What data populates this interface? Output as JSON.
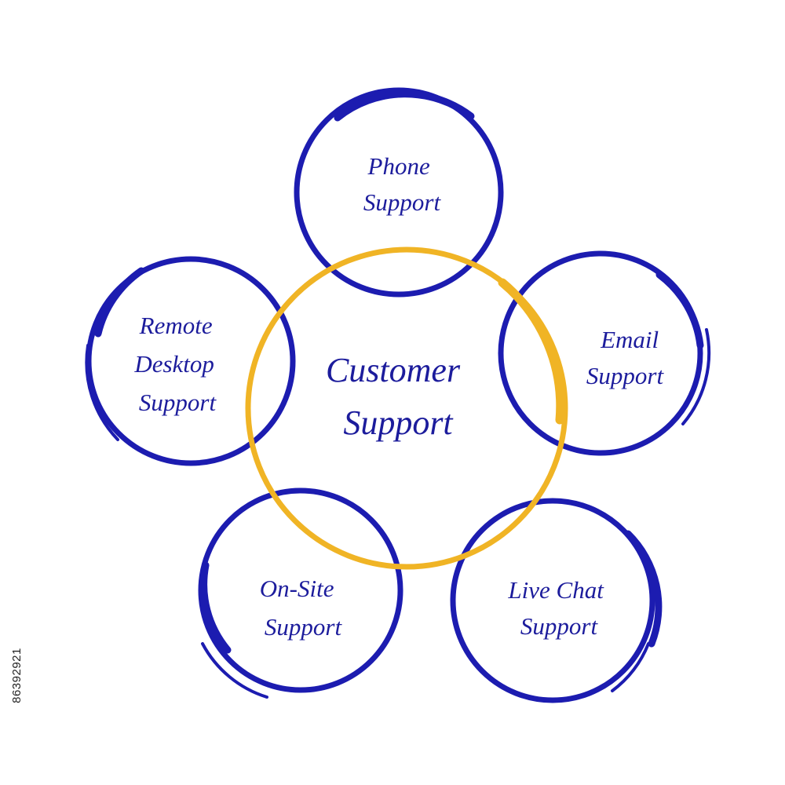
{
  "diagram": {
    "title": "",
    "colors": {
      "satellite_ring": "#1c1cb0",
      "center_ring": "#f0b425",
      "label_text": "#1c1c9c"
    },
    "center": {
      "line1": "Customer",
      "line2": "Support"
    },
    "nodes": [
      {
        "id": "phone",
        "line1": "Phone",
        "line2": "Support"
      },
      {
        "id": "email",
        "line1": "Email",
        "line2": "Support"
      },
      {
        "id": "live-chat",
        "line1": "Live Chat",
        "line2": "Support"
      },
      {
        "id": "on-site",
        "line1": "On-Site",
        "line2": "Support"
      },
      {
        "id": "remote-desktop",
        "line1": "Remote",
        "line2": "Desktop",
        "line3": "Support"
      }
    ]
  },
  "stock_id": "86392921"
}
